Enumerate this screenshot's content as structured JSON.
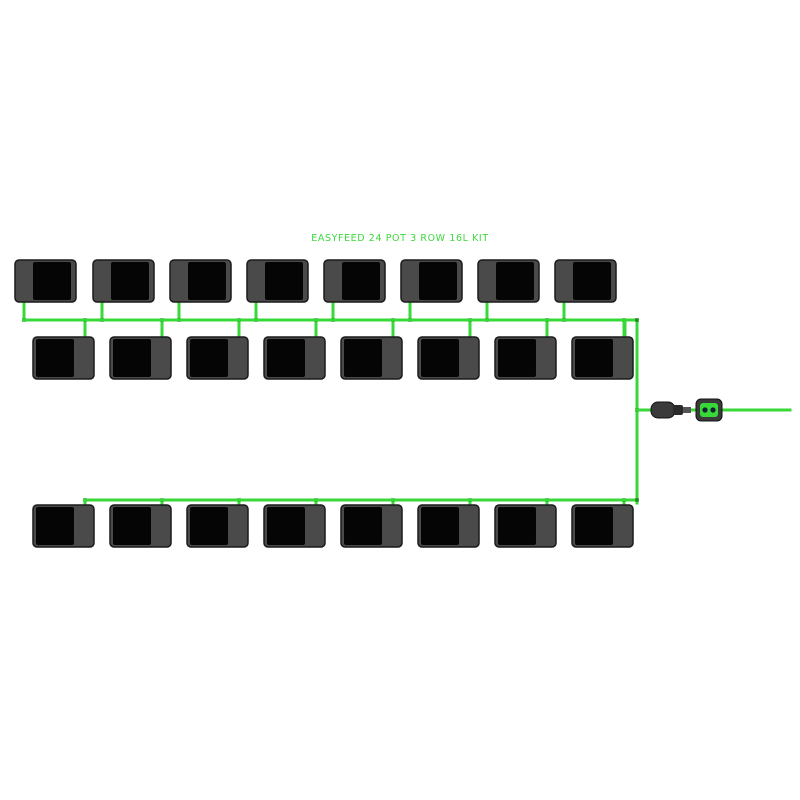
{
  "title": "EASYFEED 24 POT 3 ROW 16L KIT",
  "kit": {
    "pot_count": 24,
    "rows": 3,
    "pot_volume": "16L",
    "pots_per_row": [
      8,
      8,
      8
    ]
  },
  "colors": {
    "hose": "#37d837",
    "hose_dark": "#1e8a1e",
    "pot_body": "#4a4a4a",
    "pot_outline": "#1a1a1a",
    "pot_reservoir": "#050505",
    "valve_body": "#3a3a3a",
    "valve_window": "#37d837",
    "background": "#ffffff"
  },
  "icons": {
    "pot": "pot-icon",
    "dripper": "dripper-icon",
    "coupling": "hose-coupling-icon",
    "valve": "float-valve-icon"
  }
}
